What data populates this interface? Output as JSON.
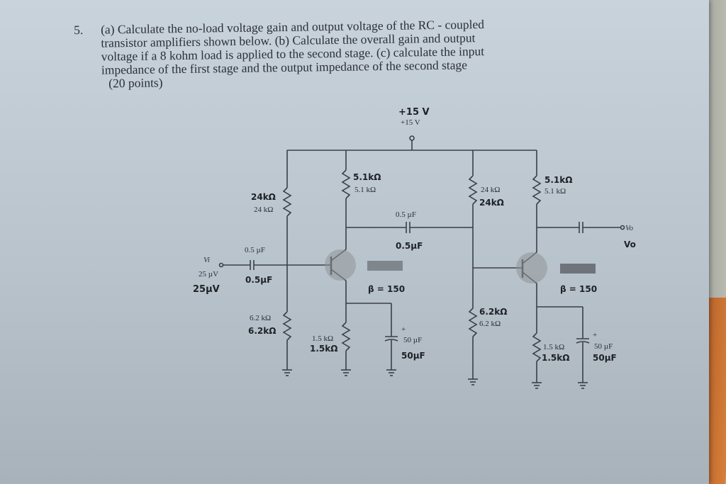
{
  "question": {
    "number": "5.",
    "text": "(a) Calculate the no-load voltage gain and output voltage of the RC - coupled\ntransistor amplifiers shown below. (b) Calculate the overall gain and output\nvoltage if a 8 kohm load is applied to the second stage. (c) calculate the input\nimpedance of the first stage and the output impedance of the second stage",
    "points": "(20 points)"
  },
  "circuit": {
    "supply_printed": "+15 V",
    "supply_handwritten": "+15 V",
    "input_label": "Vi",
    "input_value_printed": "25 µV",
    "input_value_handwritten": "25µV",
    "output_label": "Vo",
    "output_handwritten": "Vo",
    "stage1": {
      "r1_printed": "24 kΩ",
      "r1_handwritten": "24kΩ",
      "r2_printed": "6.2 kΩ",
      "r2_handwritten": "6.2kΩ",
      "rc_printed": "5.1 kΩ",
      "rc_handwritten": "5.1kΩ",
      "re_printed": "1.5 kΩ",
      "re_handwritten": "1.5kΩ",
      "cin_printed": "0.5 µF",
      "cin_handwritten": "0.5µF",
      "ce_printed": "50 µF",
      "ce_handwritten": "50µF",
      "beta_handwritten": "β = 150"
    },
    "coupling_cap_printed": "0.5 µF",
    "coupling_cap_handwritten": "0.5µF",
    "stage2": {
      "r1_printed": "24 kΩ",
      "r1_handwritten": "24kΩ",
      "r2_printed": "6.2 kΩ",
      "r2_handwritten": "6.2kΩ",
      "rc_printed": "5.1 kΩ",
      "rc_handwritten": "5.1kΩ",
      "re_printed": "1.5 kΩ",
      "re_handwritten": "1.5kΩ",
      "ce_printed": "50 µF",
      "ce_handwritten": "50µF",
      "beta_handwritten": "β = 150"
    },
    "plus_sign": "+"
  },
  "colors": {
    "paper": "#c5cfd8",
    "ink": "#2b3038",
    "wire": "#3a3f46"
  }
}
